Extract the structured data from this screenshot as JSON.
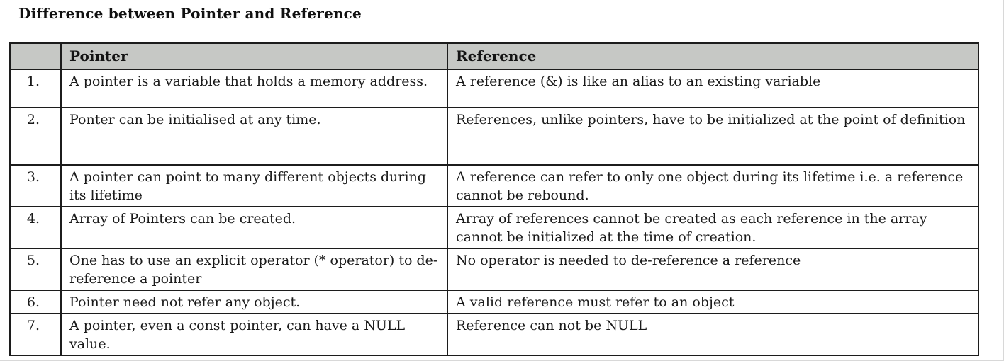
{
  "page": {
    "title": "Difference between Pointer and Reference"
  },
  "colors": {
    "header_background": "#c6c8c5",
    "table_border": "#1c1c1c",
    "text": "#1a1a1a",
    "page_background": "#ffffff"
  },
  "table": {
    "headers": {
      "num": "",
      "pointer": "Pointer",
      "reference": "Reference"
    },
    "rows": [
      {
        "num": "1.",
        "pointer": "A pointer is a variable that holds a memory address.",
        "reference": "A reference (&) is like an alias to an existing variable"
      },
      {
        "num": "2.",
        "pointer": "Ponter can be initialised at any time.",
        "reference": "References, unlike pointers, have to be initialized at the point of definition"
      },
      {
        "num": "3.",
        "pointer": "A pointer can point to many different objects during its lifetime",
        "reference": "A reference can refer to only one object during its lifetime i.e. a reference cannot be rebound."
      },
      {
        "num": "4.",
        "pointer": "Array of Pointers can be created.",
        "reference": "Array of references cannot be created as each reference in the array cannot be initialized at the time of creation."
      },
      {
        "num": "5.",
        "pointer": "One has to use an explicit operator (* operator) to de-reference a pointer",
        "reference": "No operator is needed to de-reference a reference"
      },
      {
        "num": "6.",
        "pointer": "Pointer need not refer any object.",
        "reference": "A valid reference must refer to an object"
      },
      {
        "num": "7.",
        "pointer": "A pointer, even a const pointer, can have a NULL value.",
        "reference": "Reference can not be NULL"
      }
    ]
  }
}
